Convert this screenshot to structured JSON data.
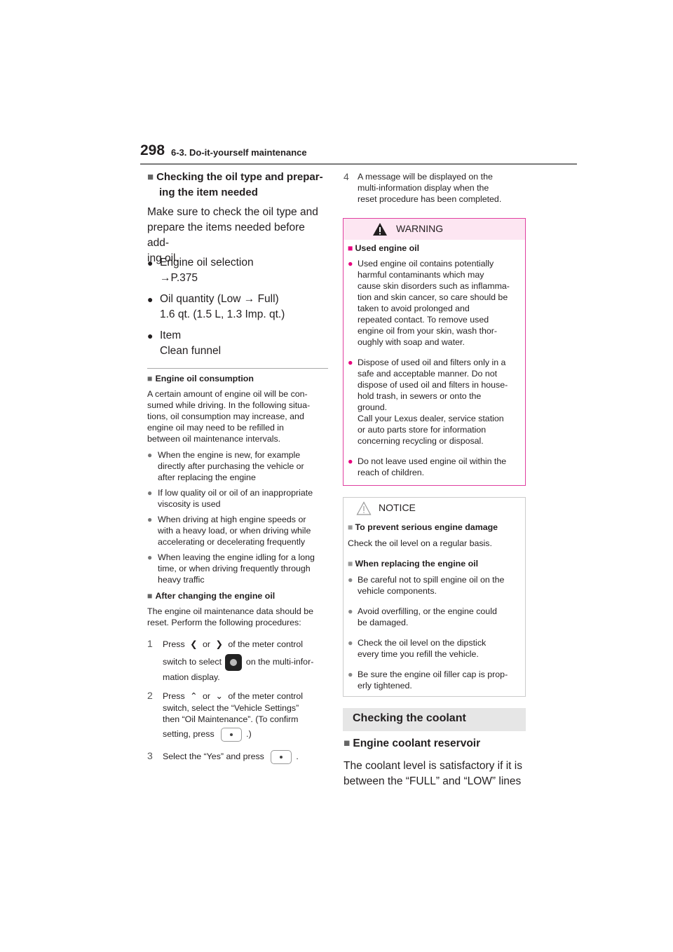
{
  "header": {
    "page_number": "298",
    "section": "6-3. Do-it-yourself maintenance"
  },
  "left": {
    "heading1": "Checking the oil type and prepar-",
    "heading1b": "ing the item needed",
    "intro": [
      "Make sure to check the oil type and",
      "prepare the items needed before add-",
      "ing oil."
    ],
    "items": [
      {
        "l1": "Engine oil selection",
        "l2": "P.375"
      },
      {
        "l1": "Oil quantity (Low",
        "l1b": "Full)",
        "l2": "1.6 qt. (1.5 L, 1.3 Imp. qt.)"
      },
      {
        "l1": "Item",
        "l2": "Clean funnel"
      }
    ],
    "consumption_heading": "Engine oil consumption",
    "consumption_text": [
      "A certain amount of engine oil will be con-",
      "sumed while driving. In the following situa-",
      "tions, oil consumption may increase, and",
      "engine oil may need to be refilled in",
      "between oil maintenance intervals."
    ],
    "consumption_bullets": [
      [
        "When the engine is new, for example",
        "directly after purchasing the vehicle or",
        "after replacing the engine"
      ],
      [
        "If low quality oil or oil of an inappropriate",
        "viscosity is used"
      ],
      [
        "When driving at high engine speeds or",
        "with a heavy load, or when driving while",
        "accelerating or decelerating frequently"
      ],
      [
        "When leaving the engine idling for a long",
        "time, or when driving frequently through",
        "heavy traffic"
      ]
    ],
    "after_heading": "After changing the engine oil",
    "after_text": [
      "The engine oil maintenance data should be",
      "reset. Perform the following procedures:"
    ],
    "steps": {
      "s1_num": "1",
      "s1_a": "Press",
      "s1_or": "or",
      "s1_b": "of the meter control",
      "s1_c": "switch to select",
      "s1_d": "on the multi-infor-",
      "s1_e": "mation display.",
      "s2_num": "2",
      "s2_a": "Press",
      "s2_or": "or",
      "s2_b": "of the meter control",
      "s2_c": "switch, select the “Vehicle Settings”",
      "s2_d": "then “Oil Maintenance”. (To confirm",
      "s2_e": "setting, press",
      "s2_f": ".)",
      "s3_num": "3",
      "s3_a": "Select the “Yes” and press",
      "s3_b": "."
    }
  },
  "right": {
    "step4_num": "4",
    "step4": [
      "A message will be displayed on the",
      "multi-information display when the",
      "reset procedure has been completed."
    ],
    "warning": {
      "title": "WARNING",
      "sub": "Used engine oil",
      "bullets": [
        [
          "Used engine oil contains potentially",
          "harmful contaminants which may",
          "cause skin disorders such as inflamma-",
          "tion and skin cancer, so care should be",
          "taken to avoid prolonged and",
          "repeated contact. To remove used",
          "engine oil from your skin, wash thor-",
          "oughly with soap and water."
        ],
        [
          "Dispose of used oil and filters only in a",
          "safe and acceptable manner. Do not",
          "dispose of used oil and filters in house-",
          "hold trash, in sewers or onto the",
          "ground.",
          "Call your Lexus dealer, service station",
          "or auto parts store for information",
          "concerning recycling or disposal."
        ],
        [
          "Do not leave used engine oil within the",
          "reach of children."
        ]
      ]
    },
    "notice": {
      "title": "NOTICE",
      "sub1": "To prevent serious engine damage",
      "text1": "Check the oil level on a regular basis.",
      "sub2": "When replacing the engine oil",
      "bullets": [
        [
          "Be careful not to spill engine oil on the",
          "vehicle components."
        ],
        [
          "Avoid overfilling, or the engine could",
          "be damaged."
        ],
        [
          "Check the oil level on the dipstick",
          "every time you refill the vehicle."
        ],
        [
          "Be sure the engine oil filler cap is prop-",
          "erly tightened."
        ]
      ]
    },
    "coolant": {
      "title": "Checking the coolant",
      "sub": "Engine coolant reservoir",
      "text": [
        "The coolant level is satisfactory if it is",
        "between the “FULL” and “LOW” lines"
      ]
    }
  }
}
